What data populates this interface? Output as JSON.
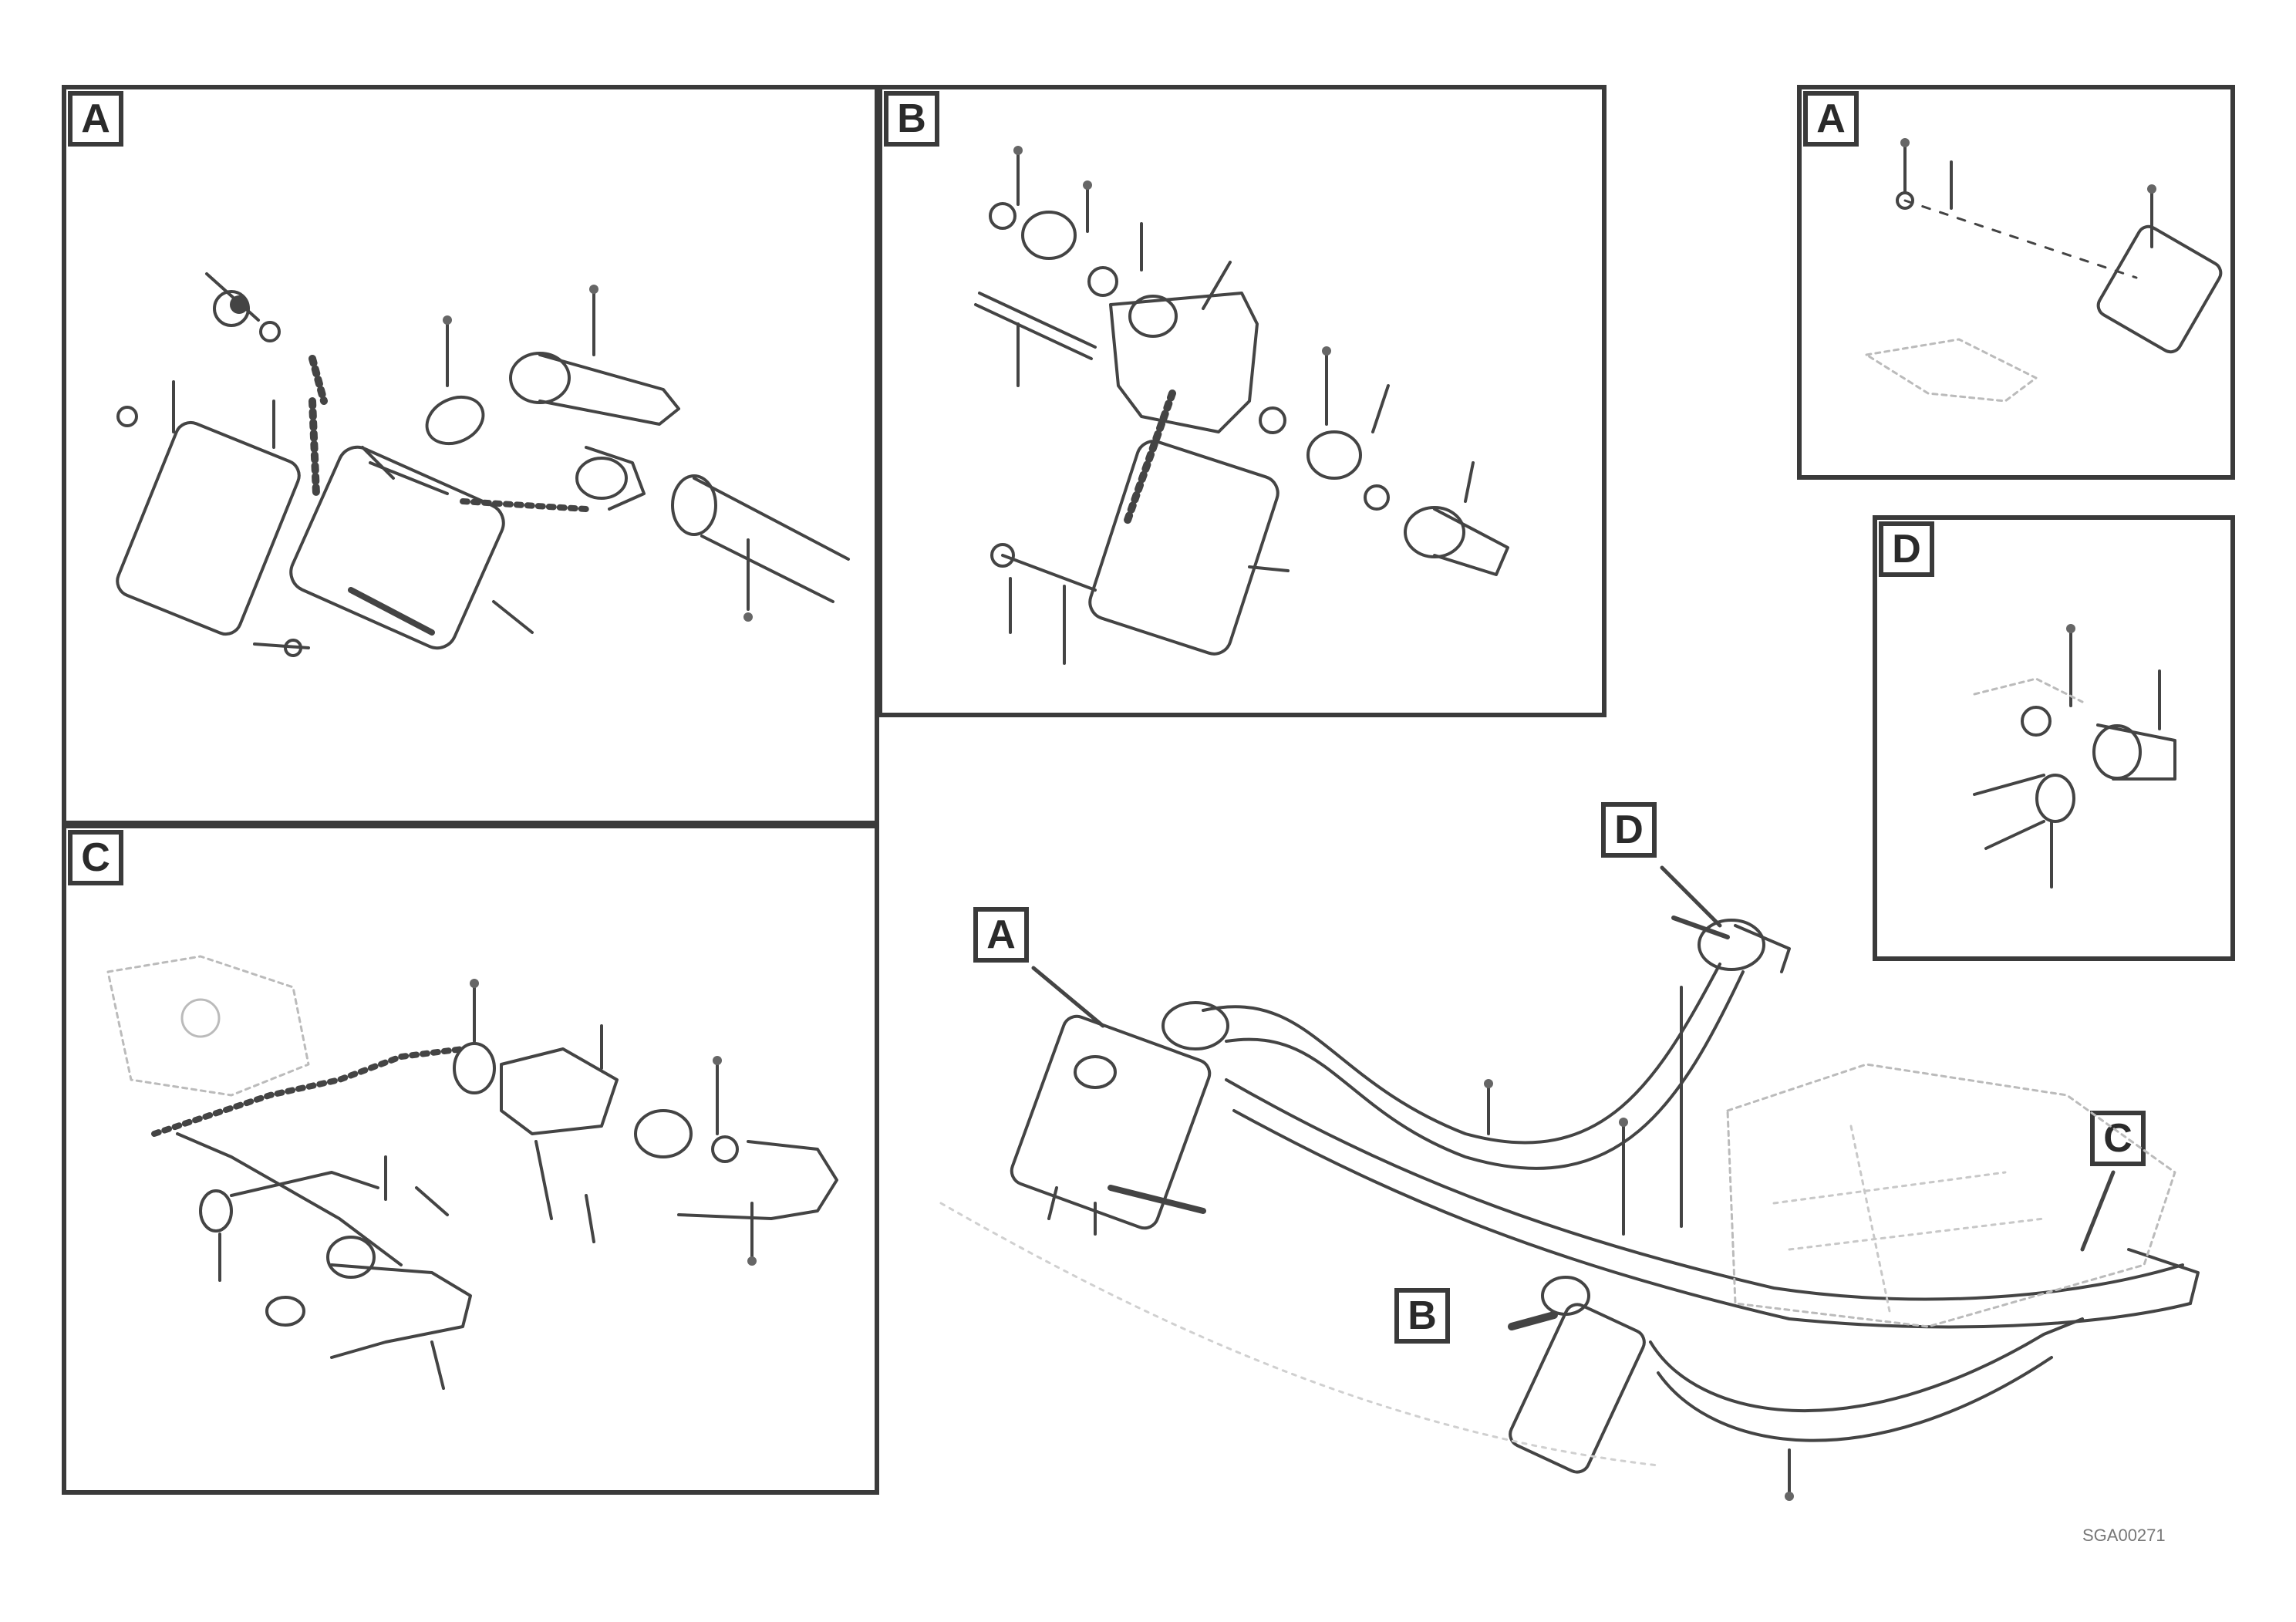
{
  "views": {
    "tl_a": "A",
    "tl_b": "B",
    "tr_a": "A",
    "tr_d": "D",
    "bl_c": "C",
    "main_a": "A",
    "main_b": "B",
    "main_c": "C",
    "main_d": "D"
  },
  "drawing_number": "SGA00271"
}
